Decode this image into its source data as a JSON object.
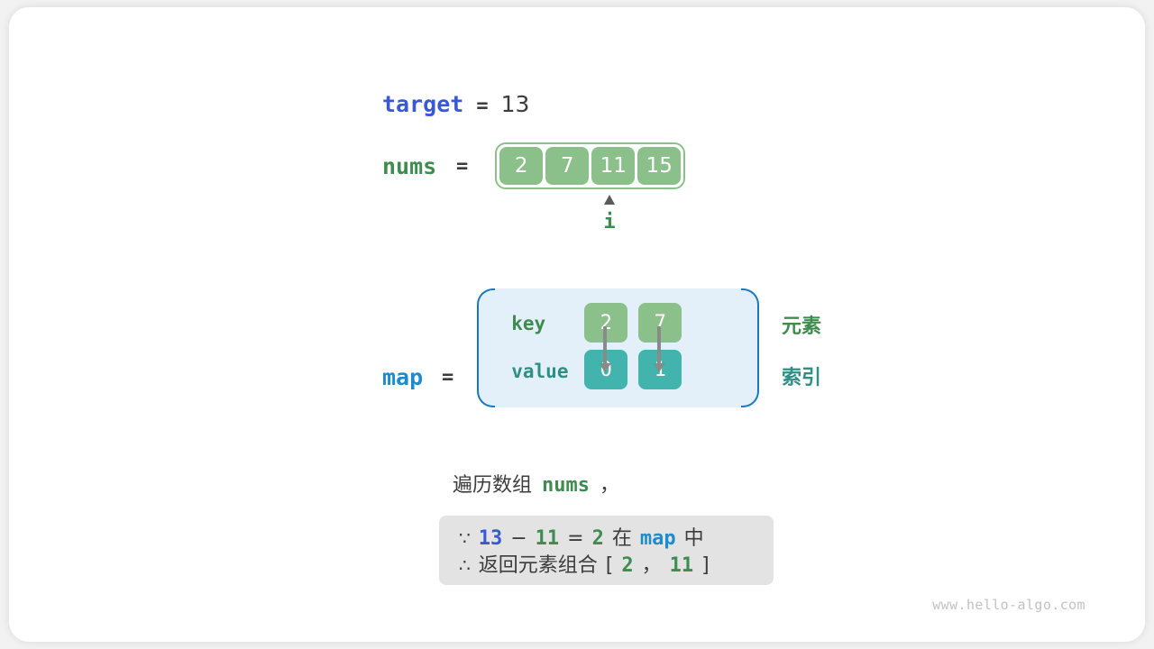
{
  "colors": {
    "bg": "#f2f2f2",
    "card": "#ffffff",
    "target_blue": "#3858d6",
    "map_blue": "#1e8ccc",
    "green": "#3f8c4f",
    "teal": "#2f8f86",
    "cell_green": "#8cc08a",
    "cell_teal": "#43b3ae",
    "map_box_fill": "#e3f0fa",
    "map_box_border": "#1779c4",
    "note_bg": "#e3e3e3",
    "text_dark": "#3c3c3c",
    "arrow_gray": "#8a8a8a"
  },
  "target": {
    "label": "target",
    "equals": "=",
    "value": "13"
  },
  "nums": {
    "label": "nums",
    "equals": "=",
    "cells": [
      "2",
      "7",
      "11",
      "15"
    ],
    "pointer": {
      "label": "i",
      "icon": "caret-up-icon",
      "index": 2
    }
  },
  "map": {
    "label": "map",
    "equals": "=",
    "row_labels": {
      "key": "key",
      "value": "value"
    },
    "entries": [
      {
        "key": "2",
        "value": "0"
      },
      {
        "key": "7",
        "value": "1"
      }
    ],
    "side_labels": {
      "elements": "元素",
      "indices": "索引"
    }
  },
  "caption": {
    "text_prefix": "遍历数组",
    "code": "nums",
    "text_suffix": "，"
  },
  "note": {
    "line1": {
      "symbol": "∵",
      "a": "13",
      "minus": "−",
      "b": "11",
      "equals": "=",
      "c": "2",
      "in": "在",
      "map": "map",
      "zhong": "中"
    },
    "line2": {
      "symbol": "∴",
      "text": "返回元素组合",
      "bracket_open": "[",
      "v1": "2",
      "comma": "，",
      "v2": "11",
      "bracket_close": "]"
    }
  },
  "footer": {
    "url": "www.hello-algo.com"
  }
}
